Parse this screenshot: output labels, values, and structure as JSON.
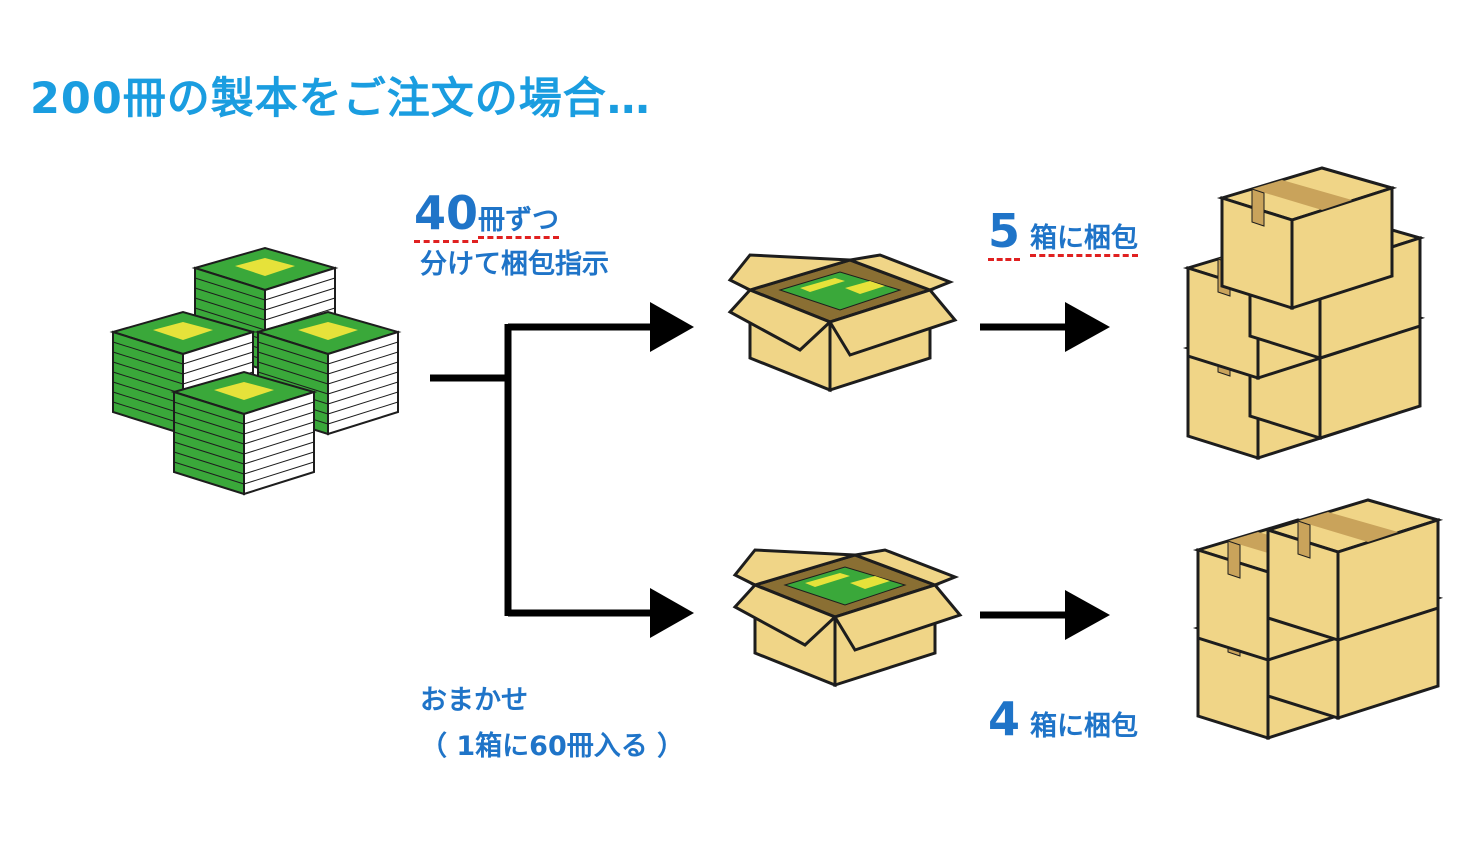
{
  "title": "200冊の製本をご注文の場合…",
  "upper_branch": {
    "count": "40",
    "count_suffix": "冊ずつ",
    "instruction": "分けて梱包指示",
    "result_number": "5",
    "result_suffix": "箱に梱包"
  },
  "lower_branch": {
    "label": "おまかせ",
    "note": "（ 1箱に60冊入る ）",
    "result_number": "4",
    "result_suffix": "箱に梱包"
  },
  "colors": {
    "title": "#1a9de0",
    "label": "#1f74c8",
    "dash": "#e02020",
    "book_green": "#3aa83a",
    "book_cover": "#e6e23a",
    "box": "#f0d587",
    "box_dark": "#d9b865",
    "tape": "#c9a35b"
  }
}
